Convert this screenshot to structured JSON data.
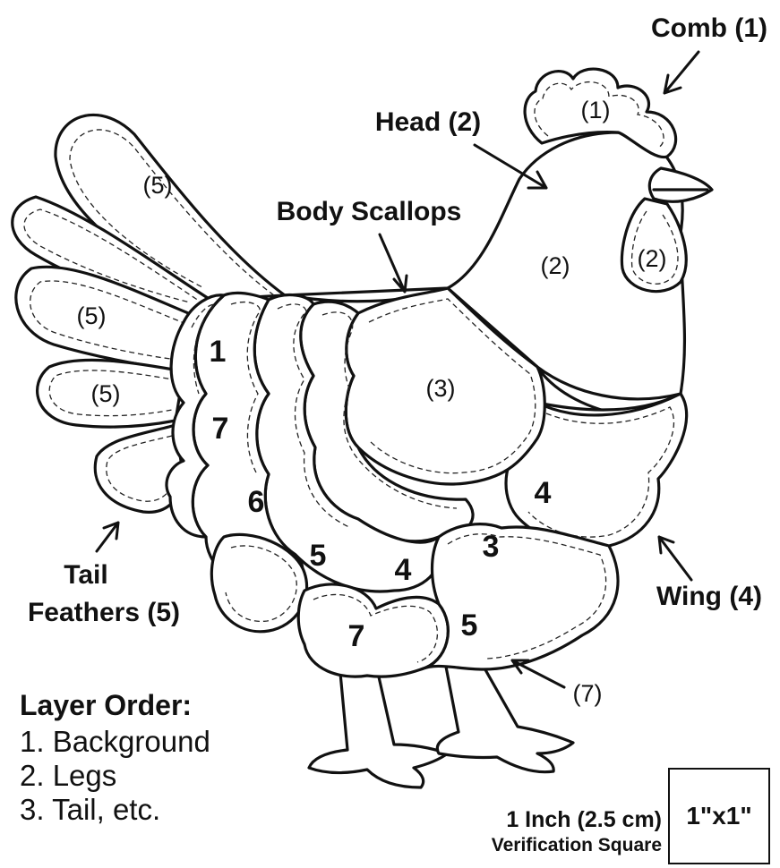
{
  "labels": {
    "comb": "Comb (1)",
    "head": "Head (2)",
    "body_scallops": "Body Scallops",
    "tail_line1": "Tail",
    "tail_line2": "Feathers (5)",
    "wing": "Wing (4)"
  },
  "piece_labels": {
    "comb": "(1)",
    "head": "(2)",
    "wattle": "(2)",
    "breast": "(3)",
    "tail_top": "(5)",
    "tail_mid": "(5)",
    "tail_low": "(5)",
    "bottom": "(7)"
  },
  "layer_numbers": [
    "1",
    "7",
    "6",
    "5",
    "4",
    "3",
    "4",
    "7",
    "5"
  ],
  "layer_order": {
    "title": "Layer Order:",
    "items": [
      "1. Background",
      "2. Legs",
      "3. Tail, etc."
    ]
  },
  "verification": {
    "box_label": "1\"x1\"",
    "line1": "1 Inch (2.5 cm)",
    "line2": "Verification Square"
  }
}
